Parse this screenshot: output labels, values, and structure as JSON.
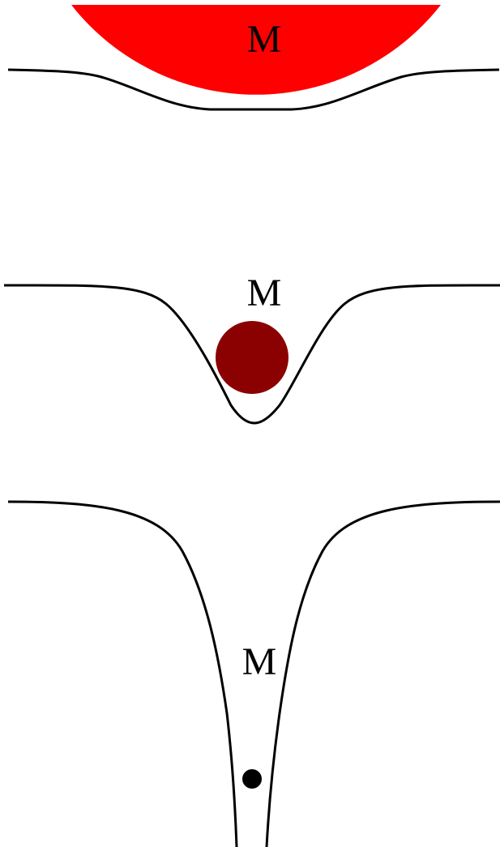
{
  "panels": [
    {
      "label": "M",
      "body_color": "#ff0000",
      "description_kind": "large-low-density-mass"
    },
    {
      "label": "M",
      "body_color": "#8b0000",
      "description_kind": "compact-mass"
    },
    {
      "label": "M",
      "body_color": "#000000",
      "description_kind": "point-mass"
    }
  ],
  "colors": {
    "background": "#ffffff",
    "curve": "#000000"
  }
}
